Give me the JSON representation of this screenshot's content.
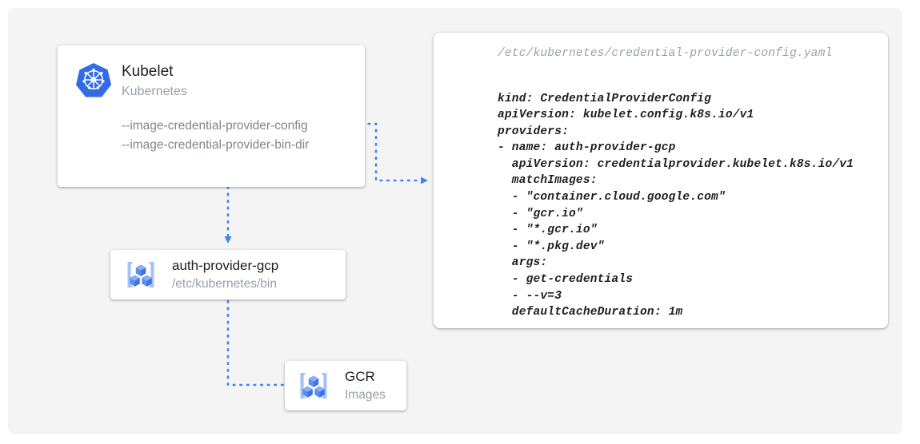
{
  "canvas": {
    "background_color": "#f4f4f4",
    "page_background_color": "#ffffff"
  },
  "colors": {
    "accent_blue": "#4285f4",
    "kubernetes_blue": "#326ce5",
    "icon_light_blue": "#a3c2f5",
    "icon_mid_blue": "#5b8dee",
    "text_primary": "#202124",
    "text_secondary": "#9aa0a6",
    "text_flag": "#80868b",
    "card_background": "#ffffff"
  },
  "kubelet_card": {
    "icon": "kubernetes-helm-wheel-icon",
    "title": "Kubelet",
    "subtitle": "Kubernetes",
    "flags": [
      "--image-credential-provider-config",
      "--image-credential-provider-bin-dir"
    ]
  },
  "auth_provider_card": {
    "icon": "gcp-container-registry-icon",
    "title": "auth-provider-gcp",
    "subtitle": "/etc/kubernetes/bin"
  },
  "gcr_card": {
    "icon": "gcp-container-registry-icon",
    "title": "GCR",
    "subtitle": "Images"
  },
  "yaml_panel": {
    "filename": "/etc/kubernetes/credential-provider-config.yaml",
    "content": "kind: CredentialProviderConfig\napiVersion: kubelet.config.k8s.io/v1\nproviders:\n- name: auth-provider-gcp\n  apiVersion: credentialprovider.kubelet.k8s.io/v1\n  matchImages:\n  - \"container.cloud.google.com\"\n  - \"gcr.io\"\n  - \"*.gcr.io\"\n  - \"*.pkg.dev\"\n  args:\n  - get-credentials\n  - --v=3\n  defaultCacheDuration: 1m"
  },
  "connectors": [
    {
      "name": "kubelet-to-config-connector",
      "from": "kubelet_card",
      "to": "yaml_panel",
      "style": "dotted",
      "color": "#4285f4"
    },
    {
      "name": "kubelet-to-auth-provider-connector",
      "from": "kubelet_card",
      "to": "auth_provider_card",
      "style": "dotted",
      "color": "#4285f4"
    },
    {
      "name": "auth-provider-to-gcr-connector",
      "from": "auth_provider_card",
      "to": "gcr_card",
      "style": "dotted",
      "color": "#4285f4"
    }
  ]
}
